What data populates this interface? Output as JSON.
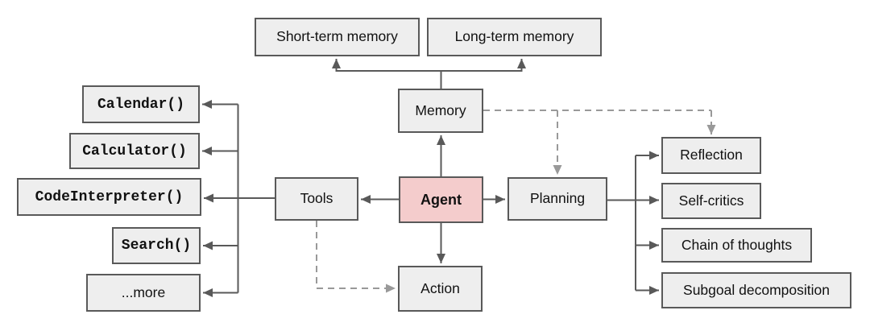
{
  "diagram": {
    "nodes": {
      "agent": {
        "label": "Agent"
      },
      "memory": {
        "label": "Memory"
      },
      "action": {
        "label": "Action"
      },
      "tools": {
        "label": "Tools"
      },
      "planning": {
        "label": "Planning"
      },
      "short_term_memory": {
        "label": "Short-term memory"
      },
      "long_term_memory": {
        "label": "Long-term memory"
      },
      "calendar": {
        "label": "Calendar()"
      },
      "calculator": {
        "label": "Calculator()"
      },
      "code_interpreter": {
        "label": "CodeInterpreter()"
      },
      "search": {
        "label": "Search()"
      },
      "more": {
        "label": "...more"
      },
      "reflection": {
        "label": "Reflection"
      },
      "self_critics": {
        "label": "Self-critics"
      },
      "chain_of_thoughts": {
        "label": "Chain of thoughts"
      },
      "subgoal_decomposition": {
        "label": "Subgoal decomposition"
      }
    },
    "edges": [
      {
        "from": "agent",
        "to": "memory",
        "style": "solid-arrow"
      },
      {
        "from": "agent",
        "to": "action",
        "style": "solid-arrow"
      },
      {
        "from": "agent",
        "to": "tools",
        "style": "solid-arrow"
      },
      {
        "from": "agent",
        "to": "planning",
        "style": "solid-arrow"
      },
      {
        "from": "memory",
        "to": "short_term_memory",
        "style": "solid-arrow"
      },
      {
        "from": "memory",
        "to": "long_term_memory",
        "style": "solid-arrow"
      },
      {
        "from": "tools",
        "to": "calendar",
        "style": "solid-arrow"
      },
      {
        "from": "tools",
        "to": "calculator",
        "style": "solid-arrow"
      },
      {
        "from": "tools",
        "to": "code_interpreter",
        "style": "solid-arrow"
      },
      {
        "from": "tools",
        "to": "search",
        "style": "solid-arrow"
      },
      {
        "from": "tools",
        "to": "more",
        "style": "solid-arrow"
      },
      {
        "from": "planning",
        "to": "reflection",
        "style": "solid-arrow"
      },
      {
        "from": "planning",
        "to": "self_critics",
        "style": "solid-arrow"
      },
      {
        "from": "planning",
        "to": "chain_of_thoughts",
        "style": "solid-arrow"
      },
      {
        "from": "planning",
        "to": "subgoal_decomposition",
        "style": "solid-arrow"
      },
      {
        "from": "memory",
        "to": "planning",
        "style": "dashed-arrow"
      },
      {
        "from": "memory",
        "to": "reflection",
        "style": "dashed-arrow"
      },
      {
        "from": "tools",
        "to": "action",
        "style": "dashed-arrow"
      }
    ],
    "colors": {
      "node_fill": "#eeeeee",
      "node_border": "#595959",
      "agent_fill": "#f4cccc",
      "solid_line": "#595959",
      "dashed_line": "#999999"
    }
  }
}
